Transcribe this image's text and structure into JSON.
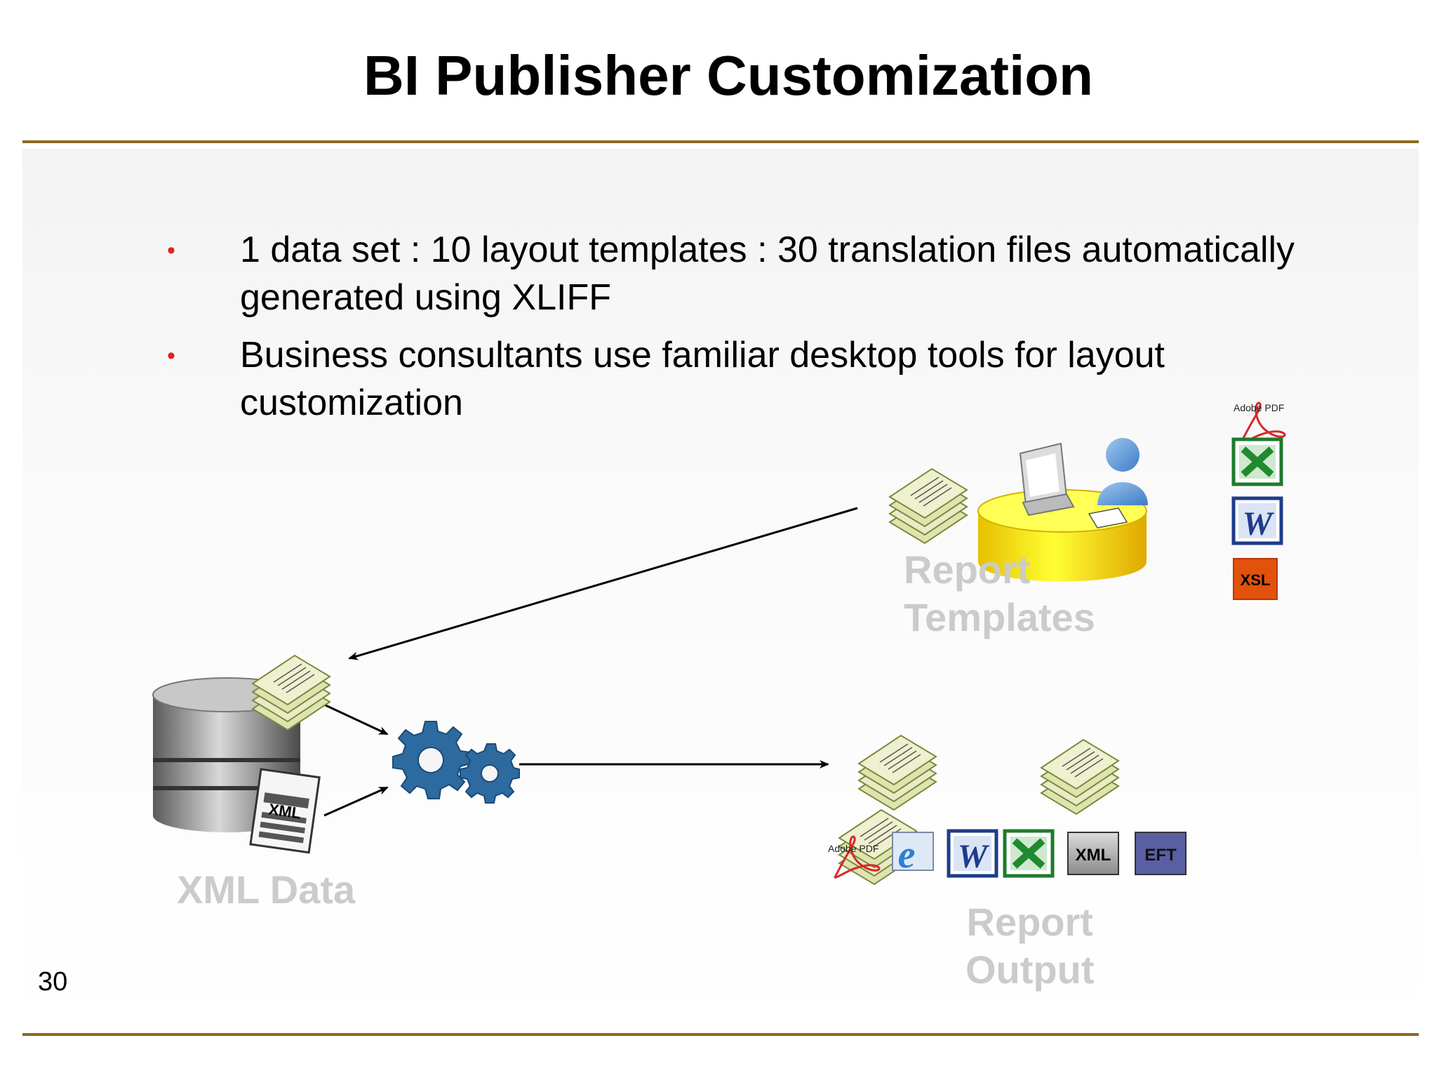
{
  "title": "BI Publisher Customization",
  "bullets": [
    {
      "text": "1 data set : 10 layout templates : 30 translation files automatically generated using XLIFF"
    },
    {
      "text": "Business consultants use familiar desktop tools for layout customization"
    }
  ],
  "labels": {
    "xml_data": "XML Data",
    "report_templates": [
      "Report",
      "Templates"
    ],
    "report_output": [
      "Report",
      "Output"
    ]
  },
  "icons": {
    "xml_doc": "XML",
    "template_formats": [
      "Adobe PDF",
      "XSL"
    ],
    "output_formats": [
      "Adobe PDF",
      "XML",
      "EFT"
    ]
  },
  "page_number": "30",
  "colors": {
    "rule": "#8a6a1e",
    "bullet": "#e32222",
    "label_gray": "#cbcbcb",
    "gear_blue": "#2d6aa0",
    "xsl_orange": "#e2520c",
    "eft_purple": "#5a5ea3"
  }
}
